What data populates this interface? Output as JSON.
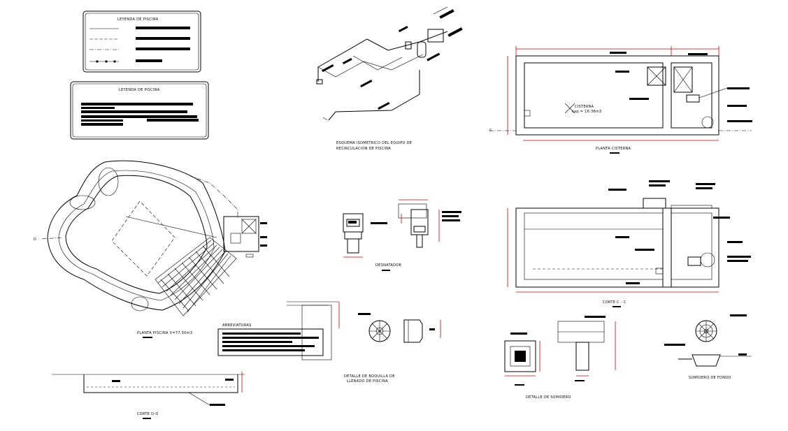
{
  "legend_box_1": {
    "title": "LEYENDA DE PISCINA"
  },
  "legend_box_2": {
    "title": "LEYENDA DE PISCINA"
  },
  "isometric": {
    "title_line1": "ESQUEMA ISOMETRICO DEL EQUIPO DE",
    "title_line2": "RECIRCULACION DE PISCINA"
  },
  "cistern_plan": {
    "title": "PLANTA CISTERNA",
    "inner_label": "CISTERNA",
    "capacity": "cap.= 16.36m3",
    "section_mark": "C"
  },
  "pool_plan": {
    "title": "PLANTA PISCINA V=77.50m3",
    "section_mark": "D"
  },
  "skimmer": {
    "title": "DESNATADOR"
  },
  "section_cc": {
    "title": "CORTE C - C"
  },
  "abbreviations": {
    "title": "ABREVIATURAS"
  },
  "nozzle": {
    "title_line1": "DETALLE DE BOQUILLA DE",
    "title_line2": "LLENADO DE PISCINA"
  },
  "sump_detail": {
    "title": "DETALLE DE SUMIDERO"
  },
  "floor_drain": {
    "title": "SUMIDERO DE FONDO"
  },
  "section_dd": {
    "title": "CORTE D-D"
  },
  "colors": {
    "line": "#000000",
    "dimension": "#d00000",
    "background": "#ffffff"
  }
}
